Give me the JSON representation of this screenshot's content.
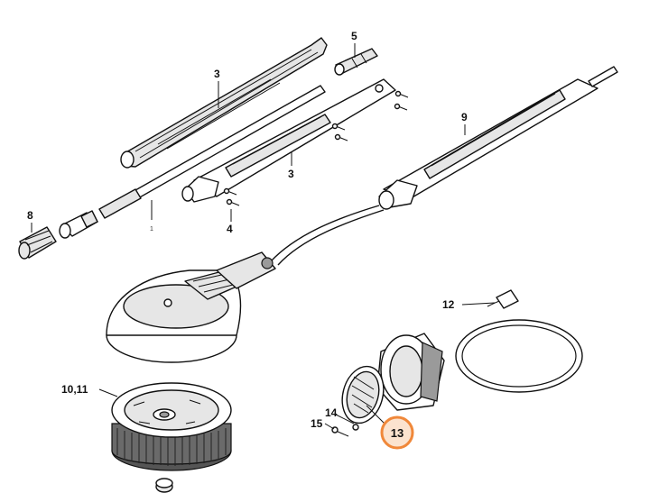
{
  "diagram": {
    "callouts": [
      {
        "id": "c3a",
        "text": "3"
      },
      {
        "id": "c5",
        "text": "5"
      },
      {
        "id": "c9",
        "text": "9"
      },
      {
        "id": "c3b",
        "text": "3"
      },
      {
        "id": "c8",
        "text": "8"
      },
      {
        "id": "c4",
        "text": "4"
      },
      {
        "id": "c1",
        "text": "1"
      },
      {
        "id": "c12",
        "text": "12"
      },
      {
        "id": "c1011",
        "text": "10,11"
      },
      {
        "id": "c14",
        "text": "14"
      },
      {
        "id": "c15",
        "text": "15"
      },
      {
        "id": "c13",
        "text": "13"
      }
    ],
    "highlight": {
      "part": "13",
      "color": "#f0883a"
    }
  }
}
